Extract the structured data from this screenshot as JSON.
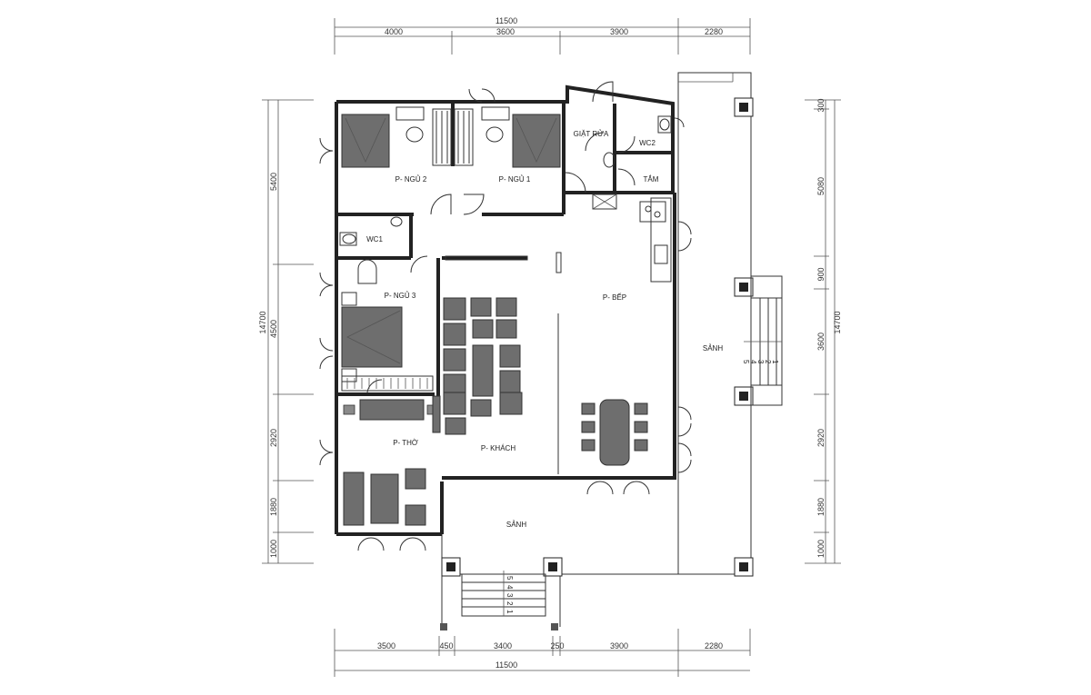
{
  "dimensions": {
    "top_total": "11500",
    "top_segments": [
      "4000",
      "3600",
      "3900",
      "2280"
    ],
    "bottom_total": "11500",
    "bottom_segments": [
      "3500",
      "450",
      "3400",
      "250",
      "3900",
      "2280"
    ],
    "left_total": "14700",
    "left_segments": [
      "5400",
      "4500",
      "2920",
      "1880",
      "1000"
    ],
    "right_total": "14700",
    "right_segments": [
      "300",
      "5080",
      "900",
      "3600",
      "2920",
      "1880",
      "1000"
    ]
  },
  "rooms": {
    "bedroom_2": "P- NGỦ 2",
    "bedroom_1": "P- NGỦ 1",
    "laundry": "GIẶT RỬA",
    "wc2": "WC2",
    "bath": "TẮM",
    "wc1": "WC1",
    "bedroom_3": "P- NGỦ 3",
    "kitchen": "P- BẾP",
    "altar": "P- THỜ",
    "living": "P- KHÁCH",
    "hall_right": "SẢNH",
    "hall_front": "SẢNH"
  },
  "stairs": {
    "right_steps": [
      "1",
      "2",
      "3",
      "4",
      "5"
    ],
    "front_steps": [
      "5",
      "4",
      "3",
      "2",
      "1"
    ]
  }
}
